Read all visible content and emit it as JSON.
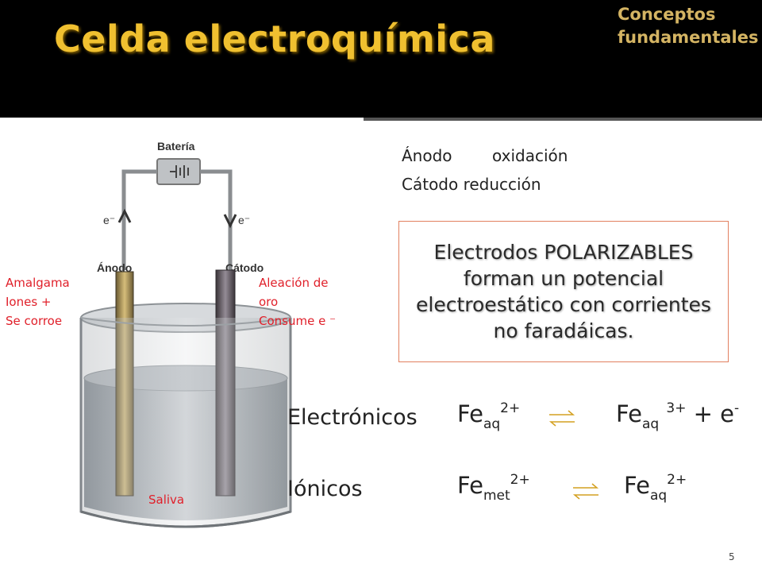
{
  "header": {
    "title": "Celda electroquímica",
    "section_line1": "Conceptos",
    "section_line2": "fundamentales"
  },
  "diagram": {
    "battery_label": "Batería",
    "anode_label": "Ánodo",
    "cathode_label": "Cátodo",
    "electron_left": "e⁻",
    "electron_right": "e⁻",
    "anode_note": [
      "Amalgama",
      "Iones +",
      "Se corroe"
    ],
    "cathode_note": [
      "Aleación de",
      "oro",
      "Consume e ⁻"
    ],
    "solution_label": "Saliva"
  },
  "reactions": {
    "anode_term": "Ánodo",
    "anode_process": "oxidación",
    "cathode_term": "Cátodo",
    "cathode_process": "reducción"
  },
  "callout": {
    "text": "Electrodos  POLARIZABLES forman un potencial electroestático  con corrientes no faradáicas."
  },
  "conduction": {
    "electronic_label": "Electrónicos",
    "ionic_label": "Iónicos",
    "eq1": {
      "left_base": "Fe",
      "left_sub": "aq",
      "left_sup": "2+",
      "right_base": "Fe",
      "right_sub": "aq",
      "right_sup": "3+",
      "right_tail": " + e",
      "right_tail_sup": "-"
    },
    "eq2": {
      "left_base": "Fe",
      "left_sub": "met",
      "left_sup": "2+",
      "right_base": "Fe",
      "right_sub": "aq",
      "right_sup": "2+"
    }
  },
  "colors": {
    "title": "#f0c030",
    "section_tag": "#d4b463",
    "note_red": "#e0202a",
    "callout_border": "#e28060",
    "arrow": "#d4a020"
  },
  "page_number": "5"
}
